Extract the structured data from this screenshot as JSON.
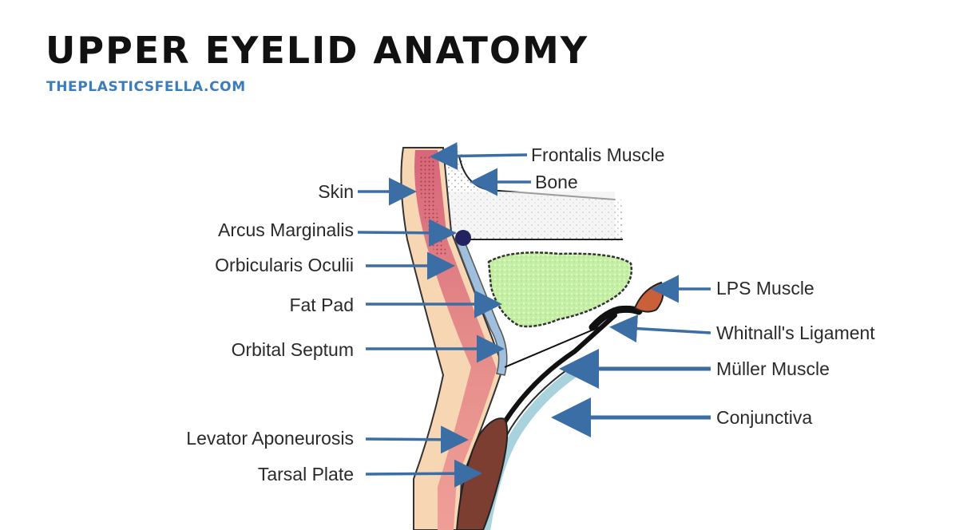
{
  "title": "UPPER EYELID ANATOMY",
  "subtitle": "THEPLASTICSFELLA.COM",
  "labels": {
    "frontalis_muscle": "Frontalis Muscle",
    "bone": "Bone",
    "skin": "Skin",
    "arcus_marginalis": "Arcus Marginalis",
    "orbicularis_oculii": "Orbicularis Oculii",
    "fat_pad": "Fat Pad",
    "orbital_septum": "Orbital Septum",
    "lps_muscle": "LPS Muscle",
    "whitnalls_ligament": "Whitnall's Ligament",
    "muller_muscle": "Müller Muscle",
    "conjunctiva": "Conjunctiva",
    "levator_aponeurosis": "Levator Aponeurosis",
    "tarsal_plate": "Tarsal Plate"
  },
  "colors": {
    "arrow": "#3b6ea5",
    "subtitle": "#3b7dba",
    "skin": "#f6d3b0",
    "orbicularis": "#dd7d7e",
    "fat": "#c9f1a8",
    "septum": "#9fbddb",
    "tarsus": "#7a3d2f",
    "conjunctiva": "#a8d3dd",
    "bone_dots": "#777777",
    "arcus": "#1f1f5c",
    "lps": "#c9603a"
  }
}
